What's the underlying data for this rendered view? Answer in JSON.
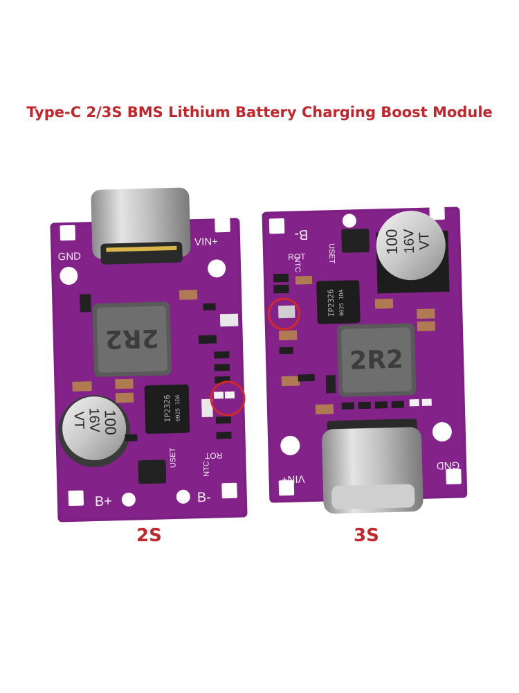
{
  "title": "Type-C 2/3S BMS Lithium Battery Charging Boost Module",
  "colors": {
    "title": "#c1272d",
    "board": "#7d1f83",
    "highlight_circle": "#d22a2a",
    "background": "#ffffff"
  },
  "boards": {
    "left": {
      "caption": "2S",
      "labels": {
        "gnd": "GND",
        "vin": "VIN+",
        "bplus": "B+",
        "bminus": "B-",
        "ntc": "NTC",
        "rot": "ROT",
        "uset": "USET"
      },
      "inductor": "2R2",
      "capacitor": {
        "value": "100",
        "voltage": "16V",
        "series": "VT"
      },
      "chip": {
        "line1": "IP2326",
        "line2": "0025 1DA"
      }
    },
    "right": {
      "caption": "3S",
      "labels": {
        "gnd": "GND",
        "vin": "VIN+",
        "bminus": "B-",
        "ntc": "NTC",
        "rot": "ROT",
        "uset": "USET"
      },
      "inductor": "2R2",
      "capacitor": {
        "value": "100",
        "voltage": "16V",
        "series": "VT"
      },
      "chip": {
        "line1": "IP2326",
        "line2": "0025 1DA"
      }
    }
  }
}
